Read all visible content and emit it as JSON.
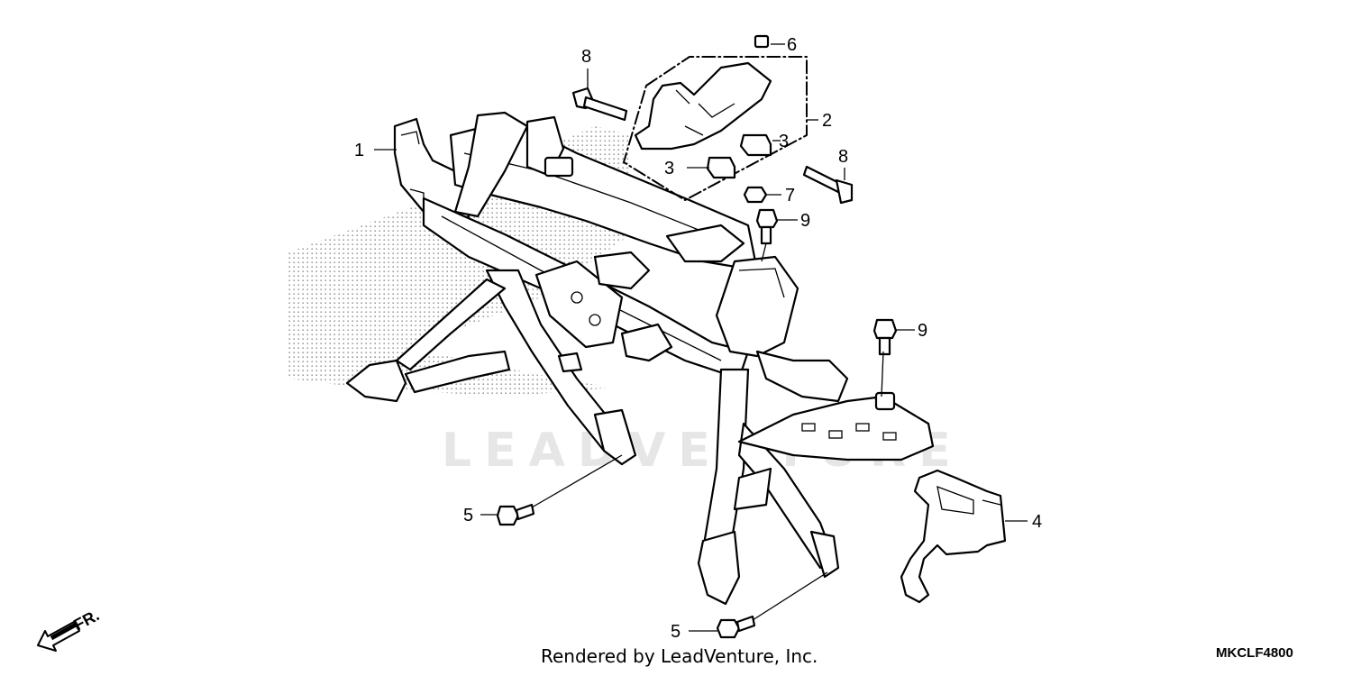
{
  "diagram": {
    "callouts": [
      {
        "id": "c1",
        "text": "1"
      },
      {
        "id": "c2",
        "text": "2"
      },
      {
        "id": "c3a",
        "text": "3"
      },
      {
        "id": "c3b",
        "text": "3"
      },
      {
        "id": "c4",
        "text": "4"
      },
      {
        "id": "c5a",
        "text": "5"
      },
      {
        "id": "c5b",
        "text": "5"
      },
      {
        "id": "c6",
        "text": "6"
      },
      {
        "id": "c7",
        "text": "7"
      },
      {
        "id": "c8a",
        "text": "8"
      },
      {
        "id": "c8b",
        "text": "8"
      },
      {
        "id": "c9a",
        "text": "9"
      },
      {
        "id": "c9b",
        "text": "9"
      }
    ],
    "front_indicator": "FR."
  },
  "footer": {
    "credit": "Rendered by LeadVenture, Inc.",
    "code": "MKCLF4800"
  },
  "watermark": "LEADVENTURE"
}
